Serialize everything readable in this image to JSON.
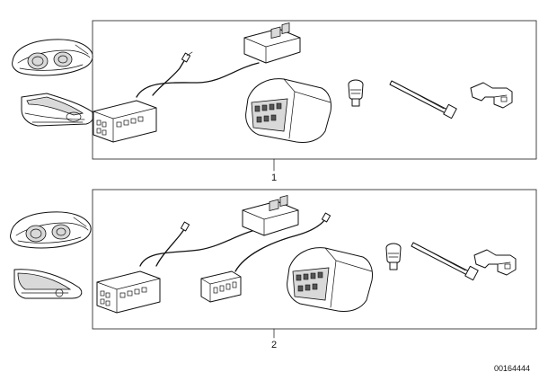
{
  "kits": [
    {
      "callout": "1"
    },
    {
      "callout": "2"
    }
  ],
  "document_number": "00164444"
}
